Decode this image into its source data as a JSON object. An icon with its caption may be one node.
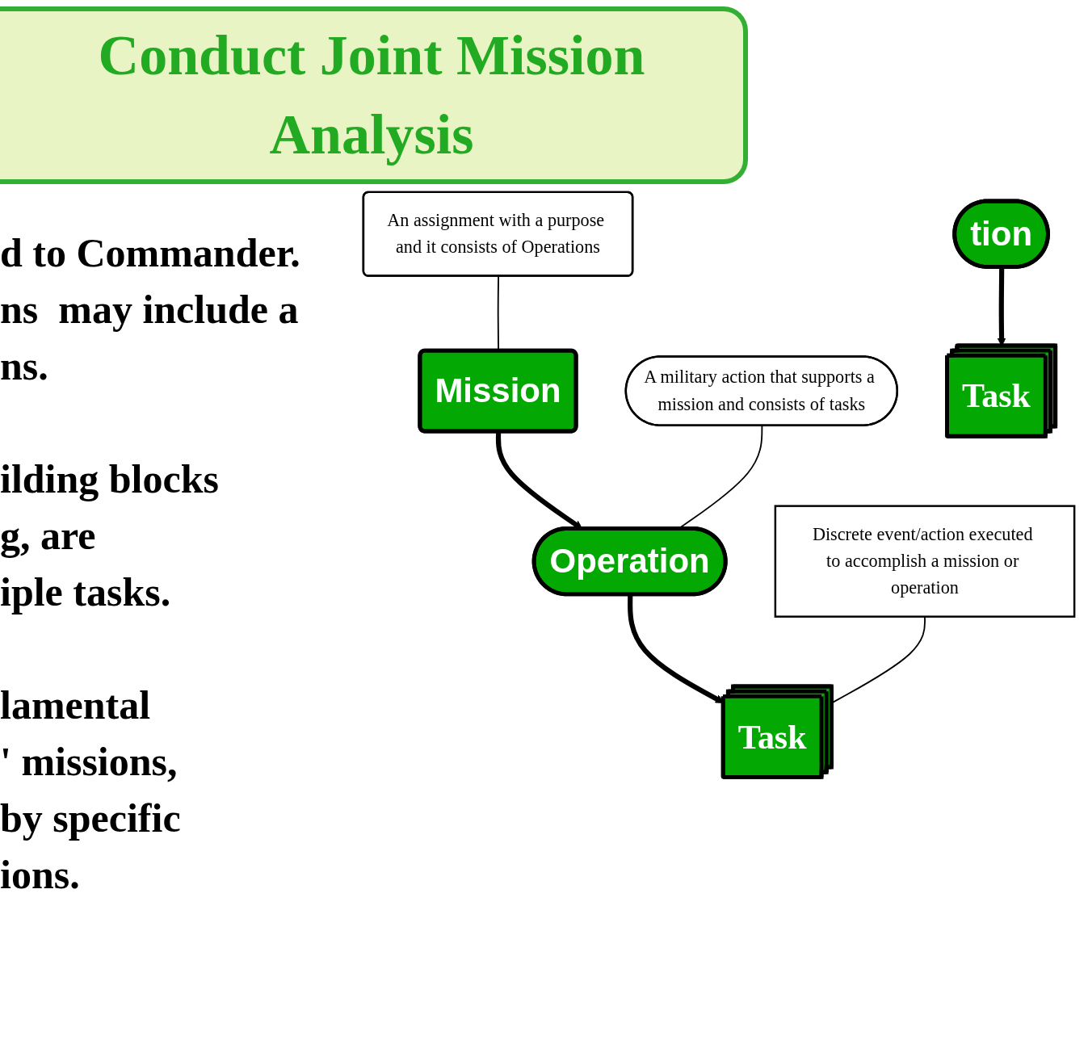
{
  "diagram": {
    "title": "Conduct Joint Mission Analysis",
    "nodes": [
      {
        "text": [
          "An assignment with a purpose and it consists of Operations"
        ]
      },
      {
        "text": [
          "Mission"
        ]
      },
      {
        "text": [
          "A military action that supports a mission and consists of tasks"
        ]
      },
      {
        "text": [
          "Operation"
        ]
      },
      {
        "text": [
          "tion"
        ]
      },
      {
        "text": [
          "Task"
        ]
      },
      {
        "text": [
          "Task"
        ]
      },
      {
        "text": [
          "Discrete event/action executed to accomplish a mission or operation"
        ]
      }
    ],
    "edges": [
      {
        "from": 0,
        "to": 1,
        "arrow": "none"
      },
      {
        "from": 1,
        "to": 3,
        "arrow": "to",
        "style": "thick"
      },
      {
        "from": 2,
        "to": 3,
        "arrow": "none"
      },
      {
        "from": 3,
        "to": 5,
        "arrow": "to",
        "style": "thick"
      },
      {
        "from": 4,
        "to": 6,
        "arrow": "to",
        "style": "thick"
      },
      {
        "from": 7,
        "to": 5,
        "arrow": "none"
      }
    ],
    "labels": [
      "d to Commander.",
      "ns  may include a",
      "ns.",
      "ilding blocks",
      "g, are",
      "iple tasks.",
      "lamental",
      "' missions,",
      "by specific",
      "ions."
    ]
  }
}
